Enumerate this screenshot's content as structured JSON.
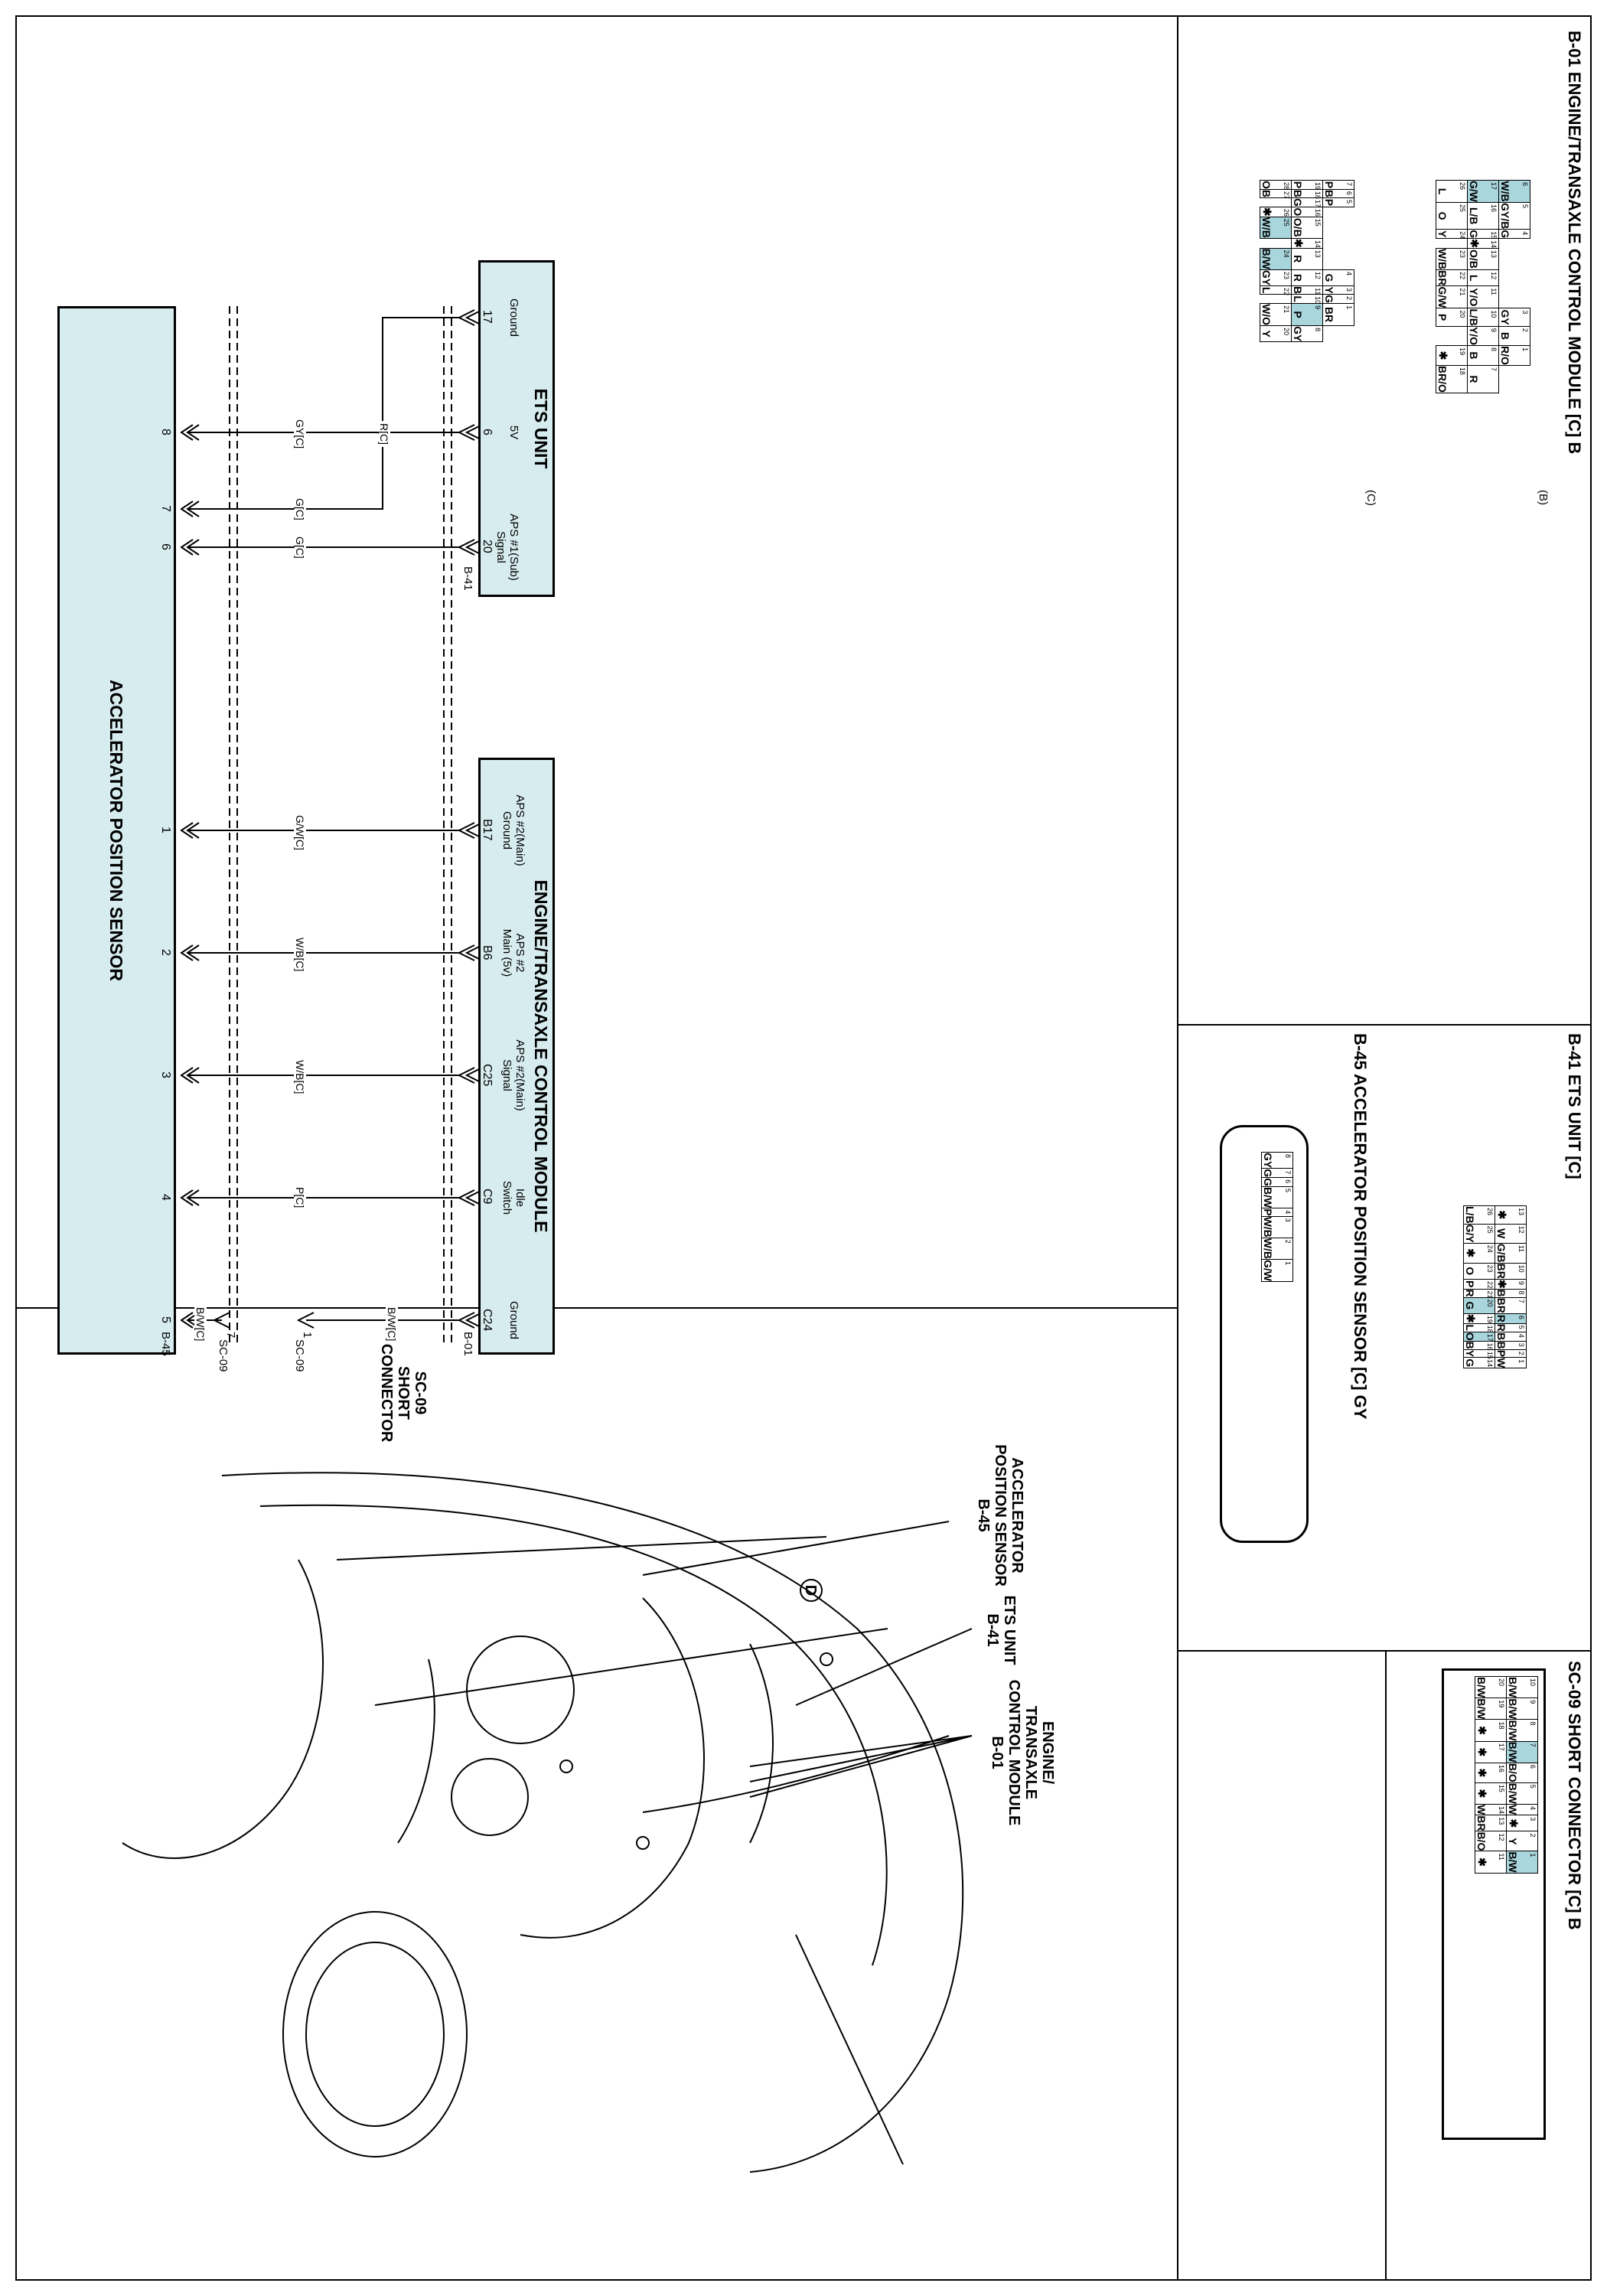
{
  "schematic": {
    "ets_unit": {
      "title": "ETS UNIT",
      "pins": [
        {
          "label": "Ground",
          "num": "17"
        },
        {
          "label": "5V",
          "num": "6"
        },
        {
          "label": "APS #1(Sub)\nSignal",
          "num": "20"
        }
      ],
      "connector": "B-41"
    },
    "ecm": {
      "title": "ENGINE/TRANSAXLE CONTROL MODULE",
      "pins": [
        {
          "label": "APS #2(Main)\nGround",
          "num": "B17"
        },
        {
          "label": "APS #2\nMain (5v)",
          "num": "B6"
        },
        {
          "label": "APS #2(Main)\nSignal",
          "num": "C25"
        },
        {
          "label": "Idle\nSwitch",
          "num": "C9"
        },
        {
          "label": "Ground",
          "num": "C24"
        }
      ],
      "connector": "B-01"
    },
    "aps": {
      "title": "ACCELERATOR POSITION SENSOR",
      "pins": [
        "8",
        "7",
        "6",
        "1",
        "2",
        "3",
        "4",
        "5"
      ],
      "connector": "B-45"
    },
    "wires": [
      "GY[C]",
      "G[C]",
      "G[C]",
      "R[C]",
      "G/W[C]",
      "W/B[C]",
      "W/B[C]",
      "P[C]",
      "B/W[C]",
      "B/W[C]"
    ],
    "short_connector": {
      "a": "SC-09",
      "a_pin": "1",
      "b": "SC-09",
      "b_pin": "7"
    }
  },
  "connectors": {
    "b01": {
      "title": "B-01 ENGINE/TRANSAXLE CONTROL MODULE [C] B",
      "b_label": "(B)",
      "c_label": "(C)",
      "rows": [
        [
          {
            "n": "6",
            "t": "W/B",
            "h": true
          },
          {
            "n": "5",
            "t": "GY/B"
          },
          {
            "n": "4",
            "t": "G"
          },
          {
            "n": "",
            "t": "",
            "e": true
          },
          {
            "n": "",
            "t": "",
            "e": true
          },
          {
            "n": "",
            "t": "",
            "e": true
          },
          {
            "n": "",
            "t": "",
            "e": true
          },
          {
            "n": "3",
            "t": "GY"
          },
          {
            "n": "2",
            "t": "B"
          },
          {
            "n": "1",
            "t": "R/O"
          }
        ],
        [
          {
            "n": "17",
            "t": "G/W",
            "h": true
          },
          {
            "n": "16",
            "t": "L/B"
          },
          {
            "n": "15",
            "t": "G"
          },
          {
            "n": "14",
            "t": "✱"
          },
          {
            "n": "13",
            "t": "O/B"
          },
          {
            "n": "12",
            "t": "L"
          },
          {
            "n": "11",
            "t": "Y/O"
          },
          {
            "n": "10",
            "t": "L/B"
          },
          {
            "n": "9",
            "t": "Y/O"
          },
          {
            "n": "8",
            "t": "B"
          },
          {
            "n": "7",
            "t": "R"
          }
        ],
        [
          {
            "n": "26",
            "t": "L"
          },
          {
            "n": "25",
            "t": "O"
          },
          {
            "n": "24",
            "t": "Y"
          },
          {
            "n": "",
            "t": "",
            "e": true
          },
          {
            "n": "23",
            "t": "W/B"
          },
          {
            "n": "22",
            "t": "BR"
          },
          {
            "n": "21",
            "t": "G/W"
          },
          {
            "n": "20",
            "t": "P"
          },
          {
            "n": "",
            "t": "",
            "e": true
          },
          {
            "n": "19",
            "t": "✱"
          },
          {
            "n": "18",
            "t": "BR/O"
          }
        ],
        [
          {
            "n": "7",
            "t": "P"
          },
          {
            "n": "6",
            "t": "B"
          },
          {
            "n": "5",
            "t": "P"
          },
          {
            "n": "",
            "t": "",
            "e": true
          },
          {
            "n": "",
            "t": "",
            "e": true
          },
          {
            "n": "",
            "t": "",
            "e": true
          },
          {
            "n": "",
            "t": "",
            "e": true
          },
          {
            "n": "4",
            "t": "G"
          },
          {
            "n": "3",
            "t": "Y"
          },
          {
            "n": "2",
            "t": "G"
          },
          {
            "n": "1",
            "t": "BR"
          }
        ],
        [
          {
            "n": "19",
            "t": "P"
          },
          {
            "n": "18",
            "t": "B"
          },
          {
            "n": "17",
            "t": "G"
          },
          {
            "n": "16",
            "t": "O"
          },
          {
            "n": "15",
            "t": "O/B"
          },
          {
            "n": "14",
            "t": "✱"
          },
          {
            "n": "13",
            "t": "R"
          },
          {
            "n": "12",
            "t": "R"
          },
          {
            "n": "11",
            "t": "B"
          },
          {
            "n": "10",
            "t": "L"
          },
          {
            "n": "9",
            "t": "P",
            "h": true
          },
          {
            "n": "8",
            "t": "GY"
          }
        ],
        [
          {
            "n": "28",
            "t": "O"
          },
          {
            "n": "27",
            "t": "B"
          },
          {
            "n": "",
            "t": "",
            "e": true
          },
          {
            "n": "26",
            "t": "✱"
          },
          {
            "n": "25",
            "t": "W/B",
            "h": true
          },
          {
            "n": "",
            "t": "",
            "e": true
          },
          {
            "n": "24",
            "t": "B/W",
            "h": true
          },
          {
            "n": "23",
            "t": "GY"
          },
          {
            "n": "22",
            "t": "L"
          },
          {
            "n": "",
            "t": "",
            "e": true
          },
          {
            "n": "21",
            "t": "W/O"
          },
          {
            "n": "20",
            "t": "Y"
          }
        ]
      ]
    },
    "b41": {
      "title": "B-41 ETS UNIT [C]",
      "rows": [
        [
          {
            "n": "13",
            "t": "✱"
          },
          {
            "n": "12",
            "t": "W"
          },
          {
            "n": "11",
            "t": "G/B"
          },
          {
            "n": "10",
            "t": "BR"
          },
          {
            "n": "9",
            "t": "✱"
          },
          {
            "n": "8",
            "t": "B"
          },
          {
            "n": "7",
            "t": "BR"
          },
          {
            "n": "6",
            "t": "R",
            "h": true
          },
          {
            "n": "5",
            "t": "R"
          },
          {
            "n": "4",
            "t": "B"
          },
          {
            "n": "3",
            "t": "B"
          },
          {
            "n": "2",
            "t": "P"
          },
          {
            "n": "1",
            "t": "W"
          }
        ],
        [
          {
            "n": "26",
            "t": "L/B"
          },
          {
            "n": "25",
            "t": "G/Y"
          },
          {
            "n": "24",
            "t": "✱"
          },
          {
            "n": "23",
            "t": "O"
          },
          {
            "n": "22",
            "t": "P"
          },
          {
            "n": "21",
            "t": "R"
          },
          {
            "n": "20",
            "t": "G",
            "h": true
          },
          {
            "n": "19",
            "t": "✱"
          },
          {
            "n": "18",
            "t": "L"
          },
          {
            "n": "17",
            "t": "O",
            "h": true
          },
          {
            "n": "16",
            "t": "B"
          },
          {
            "n": "15",
            "t": "Y"
          },
          {
            "n": "14",
            "t": "G"
          }
        ]
      ]
    },
    "b45": {
      "title": "B-45 ACCELERATOR POSITION SENSOR [C] GY",
      "rows": [
        [
          {
            "n": "8",
            "t": "GY"
          },
          {
            "n": "7",
            "t": "G"
          },
          {
            "n": "6",
            "t": "G"
          },
          {
            "n": "5",
            "t": "B/W"
          },
          {
            "n": "4",
            "t": "P"
          },
          {
            "n": "3",
            "t": "W/B"
          },
          {
            "n": "2",
            "t": "W/B"
          },
          {
            "n": "1",
            "t": "G/W"
          }
        ]
      ]
    },
    "sc09": {
      "title": "SC-09 SHORT CONNECTOR [C] B",
      "rows": [
        [
          {
            "n": "10",
            "t": "B/W"
          },
          {
            "n": "9",
            "t": "B/W"
          },
          {
            "n": "8",
            "t": "B/W"
          },
          {
            "n": "7",
            "t": "B/W",
            "h": true
          },
          {
            "n": "6",
            "t": "B/O"
          },
          {
            "n": "5",
            "t": "B/W"
          },
          {
            "n": "4",
            "t": "W"
          },
          {
            "n": "3",
            "t": "✱"
          },
          {
            "n": "2",
            "t": "Y"
          },
          {
            "n": "1",
            "t": "B/W",
            "h": true
          }
        ],
        [
          {
            "n": "20",
            "t": "B/W"
          },
          {
            "n": "19",
            "t": "B/W"
          },
          {
            "n": "18",
            "t": "✱"
          },
          {
            "n": "17",
            "t": "✱"
          },
          {
            "n": "16",
            "t": "✱"
          },
          {
            "n": "15",
            "t": "✱"
          },
          {
            "n": "14",
            "t": "W"
          },
          {
            "n": "13",
            "t": "BR"
          },
          {
            "n": "12",
            "t": "B/O"
          },
          {
            "n": "11",
            "t": "✱"
          }
        ]
      ]
    }
  },
  "location": {
    "ets_unit": "ETS UNIT\nB-41",
    "ecm": "ENGINE/\nTRANSAXLE\nCONTROL MODULE\nB-01",
    "aps": "ACCELERATOR\nPOSITION SENSOR\nB-45",
    "sc09": "SC-09\nSHORT\nCONNECTOR",
    "marker": "D"
  }
}
